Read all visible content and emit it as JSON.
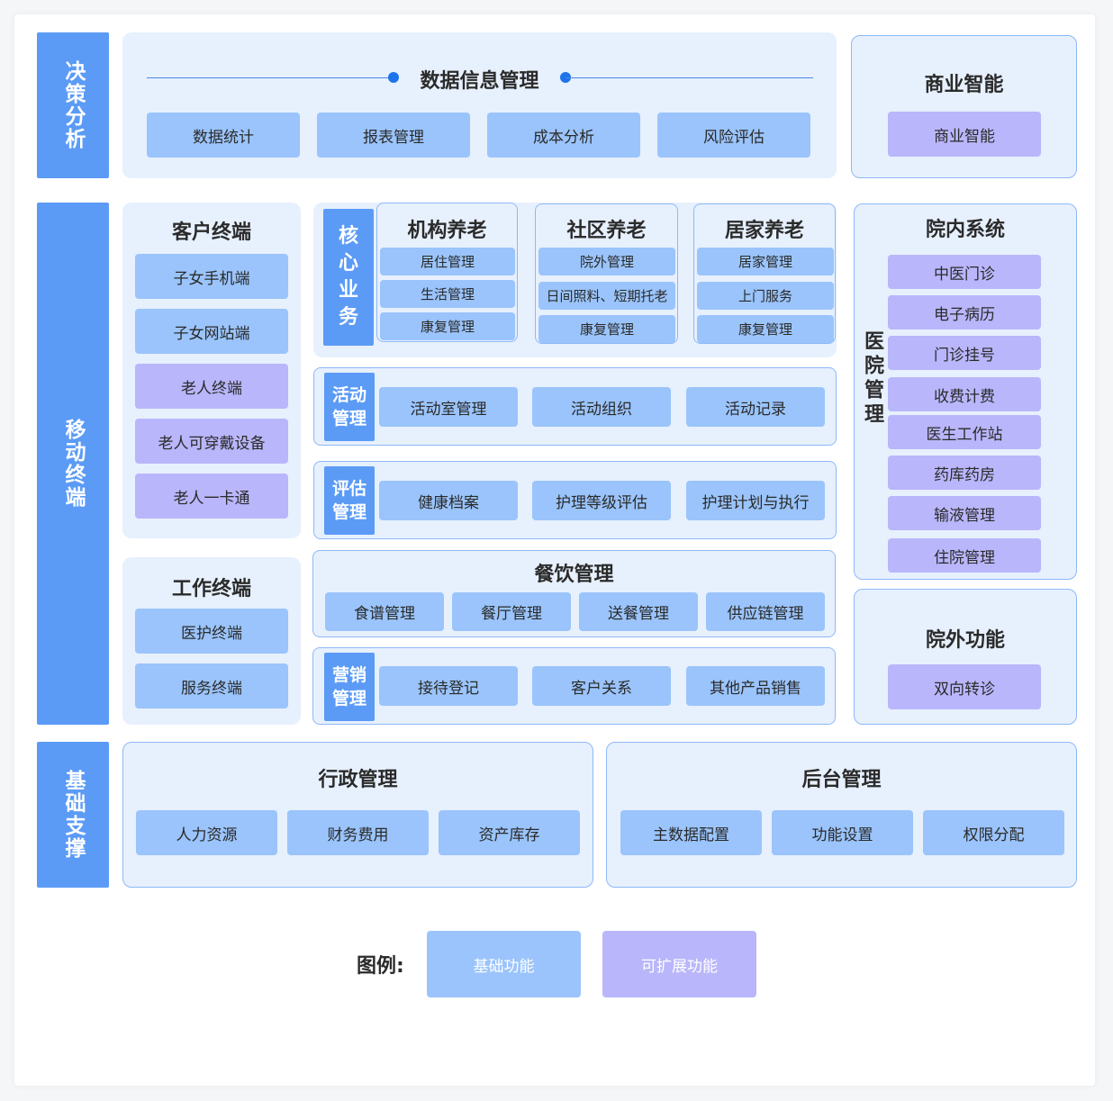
{
  "colors": {
    "base": "#9ac4fb",
    "extended": "#b9b6fb",
    "accent": "#5b9bf6"
  },
  "decision": {
    "label": "决策分析",
    "data_title": "数据信息管理",
    "items": [
      "数据统计",
      "报表管理",
      "成本分析",
      "风险评估"
    ],
    "bi_title": "商业智能",
    "bi_item": "商业智能"
  },
  "mobile": {
    "label": "移动终端",
    "client": {
      "title": "客户终端",
      "items": [
        "子女手机端",
        "子女网站端",
        "老人终端",
        "老人可穿戴设备",
        "老人一卡通"
      ]
    },
    "work": {
      "title": "工作终端",
      "items": [
        "医护终端",
        "服务终端"
      ]
    },
    "core": {
      "label": "核心业务",
      "groups": [
        {
          "title": "机构养老",
          "items": [
            "居住管理",
            "生活管理",
            "康复管理"
          ]
        },
        {
          "title": "社区养老",
          "items": [
            "院外管理",
            "日间照料、短期托老",
            "康复管理"
          ]
        },
        {
          "title": "居家养老",
          "items": [
            "居家管理",
            "上门服务",
            "康复管理"
          ]
        }
      ]
    },
    "activity": {
      "label1": "活动",
      "label2": "管理",
      "items": [
        "活动室管理",
        "活动组织",
        "活动记录"
      ]
    },
    "assess": {
      "label1": "评估",
      "label2": "管理",
      "items": [
        "健康档案",
        "护理等级评估",
        "护理计划与执行"
      ]
    },
    "catering": {
      "title": "餐饮管理",
      "items": [
        "食谱管理",
        "餐厅管理",
        "送餐管理",
        "供应链管理"
      ]
    },
    "marketing": {
      "label1": "营销",
      "label2": "管理",
      "items": [
        "接待登记",
        "客户关系",
        "其他产品销售"
      ]
    },
    "hospital": {
      "title": "院内系统",
      "side_label": "医院管理",
      "items": [
        "中医门诊",
        "电子病历",
        "门诊挂号",
        "收费计费",
        "医生工作站",
        "药库药房",
        "输液管理",
        "住院管理"
      ]
    },
    "outside": {
      "title": "院外功能",
      "item": "双向转诊"
    }
  },
  "base": {
    "label": "基础支撑",
    "admin": {
      "title": "行政管理",
      "items": [
        "人力资源",
        "财务费用",
        "资产库存"
      ]
    },
    "backend": {
      "title": "后台管理",
      "items": [
        "主数据配置",
        "功能设置",
        "权限分配"
      ]
    }
  },
  "legend": {
    "label": "图例:",
    "base": "基础功能",
    "extended": "可扩展功能"
  }
}
